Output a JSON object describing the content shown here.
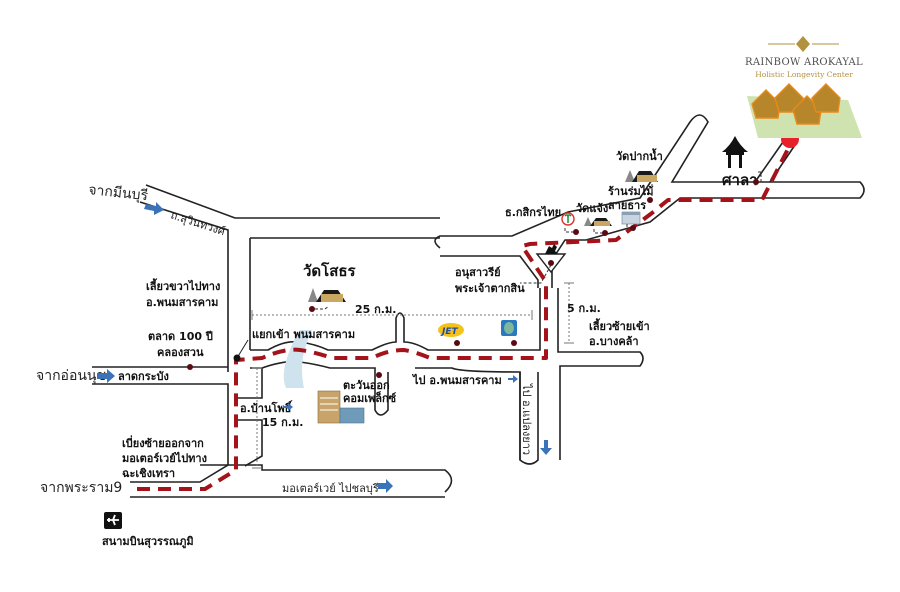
{
  "brand": {
    "name": "RAINBOW AROKAYAL",
    "tagline": "Holistic Longevity Center",
    "accent_color": "#b3923f",
    "destination_marker_color": "#e8202a"
  },
  "colors": {
    "route": "#a4121a",
    "arrow": "#3b73b9",
    "river": "#cfe3ef",
    "resort_ground": "#cfe3b0"
  },
  "origins": {
    "minburi": "จากมีนบุรี",
    "on_nut": "จากอ่อนนุช",
    "rama9": "จากพระราม9"
  },
  "roads": {
    "sukhumvit": "ถ.สุวินทวงศ์",
    "lat_krabang": "ลาดกระบัง",
    "motorway_chonburi": "มอเตอร์เวย์ ไปชลบุรี",
    "to_phanom_sarakham": "ไป อ.พนมสารคาม",
    "to_plaeng_yao": "ไป อ.แปลงยาว",
    "to_ban_pho": "อ.บ้านโพธิ์"
  },
  "directions": {
    "turn_right_phanom": [
      "เลี้ยวขวาไปทาง",
      "อ.พนมสารคาม"
    ],
    "turn_left_motorway": [
      "เบี่ยงซ้ายออกจาก",
      "มอเตอร์เวย์ไปทาง",
      "ฉะเชิงเทรา"
    ],
    "turn_left_bang_khla": [
      "เลี้ยวซ้ายเข้า",
      "อ.บางคล้า"
    ],
    "junction_phanom": "แยกเข้า พนมสารคาม"
  },
  "landmarks": {
    "market": [
      "ตลาด 100 ปี",
      "คลองสวน"
    ],
    "wat_sothon": "วัดโสธร",
    "tawan_ok": [
      "ตะวันออก",
      "คอมเพล็กซ์"
    ],
    "monument": [
      "อนุสาวรีย์",
      "พระเจ้าตากสิน"
    ],
    "kasikorn": "ธ.กสิกรไทย",
    "wat_chaeng": "วัดแจ้ง",
    "wat_pak_nam": "วัดปากน้ำ",
    "umbrella_shop": [
      "ร้านร่มไม้",
      "สายธาร"
    ],
    "sala": "ศาลา",
    "jet_station": "JET",
    "airport": "สนามบินสุวรรณภูมิ"
  },
  "distances": {
    "d25": "25 ก.ม.",
    "d15": "15 ก.ม.",
    "d5": "5 ก.ม."
  },
  "icons": [
    "airplane-icon",
    "temple-icon",
    "pavilion-icon",
    "shop-icon",
    "building-icon",
    "bank-icon",
    "gas-station-icon",
    "horse-monument-icon",
    "arrow-right-icon",
    "arrow-down-icon",
    "location-pin-icon",
    "resort-houses-icon",
    "diamond-logo-icon"
  ]
}
